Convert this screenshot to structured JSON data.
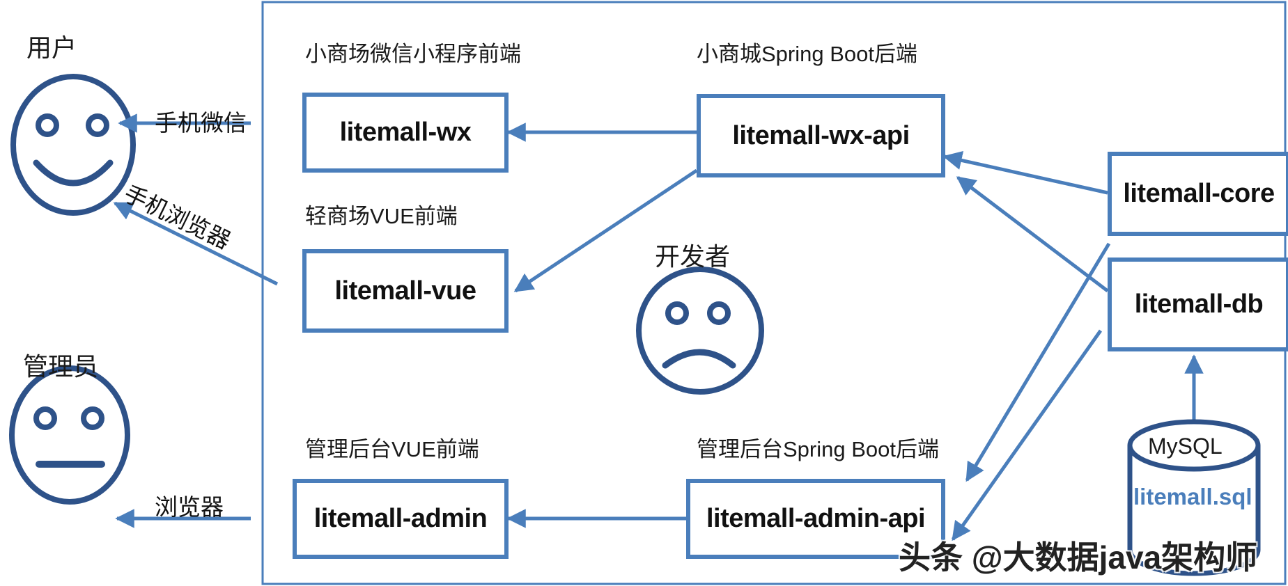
{
  "diagram": {
    "title": "litemall architecture diagram",
    "accent_color": "#4a7ebb",
    "face_stroke_color": "#2e5289",
    "boundary": {
      "label": "system-boundary"
    }
  },
  "actors": [
    {
      "id": "user",
      "name": "用户",
      "mood": "happy-face"
    },
    {
      "id": "developer",
      "name": "开发者",
      "mood": "sad-face"
    },
    {
      "id": "admin",
      "name": "管理员",
      "mood": "neutral-face"
    }
  ],
  "captions": [
    {
      "id": "wx",
      "text": "小商场微信小程序前端"
    },
    {
      "id": "wx-api",
      "text": "小商城Spring Boot后端"
    },
    {
      "id": "vue",
      "text": "轻商场VUE前端"
    },
    {
      "id": "admin-fe",
      "text": "管理后台VUE前端"
    },
    {
      "id": "admin-api",
      "text": "管理后台Spring Boot后端"
    }
  ],
  "nodes": [
    {
      "id": "litemall-wx",
      "label": "litemall-wx"
    },
    {
      "id": "litemall-wx-api",
      "label": "litemall-wx-api"
    },
    {
      "id": "litemall-vue",
      "label": "litemall-vue"
    },
    {
      "id": "litemall-admin",
      "label": "litemall-admin"
    },
    {
      "id": "litemall-admin-api",
      "label": "litemall-admin-api"
    },
    {
      "id": "litemall-core",
      "label": "litemall-core"
    },
    {
      "id": "litemall-db",
      "label": "litemall-db"
    }
  ],
  "database": {
    "name": "MySQL",
    "file": "litemall.sql"
  },
  "edge_labels": [
    {
      "id": "wechat",
      "text": "手机微信"
    },
    {
      "id": "mobile-browser",
      "text": "手机浏览器"
    },
    {
      "id": "browser",
      "text": "浏览器"
    }
  ],
  "watermark": {
    "text": "头条 @大数据java架构师"
  }
}
